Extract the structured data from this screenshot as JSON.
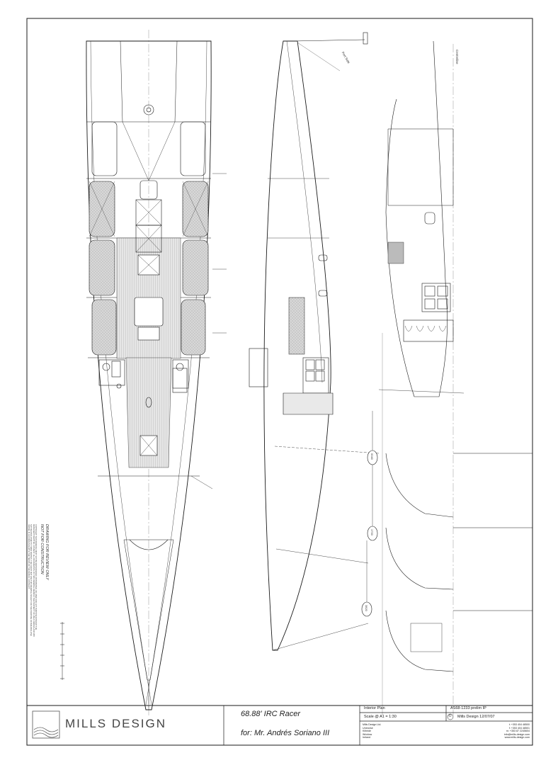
{
  "title_block": {
    "firm": "MILLS DESIGN",
    "project": "68.88' IRC Racer",
    "client": "for: Mr. Andrés Soriano III",
    "sheet_title": "Interior Plan",
    "drawing_no": "AS68-1233 prelim IP",
    "scale": "Scale @ A1 = 1:30",
    "copyright_mark": "©",
    "author_date": "Mills Design   12/07/07",
    "address": [
      "Mills Design Ltd.",
      "Unexcise",
      "Kilbride",
      "Wicklow",
      "Ireland"
    ],
    "contacts": [
      "t: +353 404 48500",
      "f: +353 404 48501",
      "m: +353 87 2245604",
      "info@mills-design.com",
      "www.mills-design.com"
    ]
  },
  "notes": {
    "review": "DRAWING FOR REVIEW ONLY",
    "not_construction": "NOT FOR CONSTRUCTION",
    "copyright": "COPYRIGHT: THIS DRAWING MUST NOT BE REPRODUCED, DISTRIBUTED, OR USED FOR ANY PURPOSE WITHOUT THE DESIGNER'S WRITTEN CONSENT. ALL INFORMATION ON THIS DRAWING REMAINS THE PROPERTY OF MILLS DESIGN AND MAY NOT BE DISCLOSED TO THIRD PARTIES. THE CLIENT MAY USE THIS DRAWING SOLELY FOR THE PURPOSE OF BUILDING ONE VESSEL IN ACCORDANCE WITH THE TERMS OF THE DESIGN CONTRACT."
  },
  "labels": {
    "port_side": "Port Side",
    "centreline": "Centreline"
  },
  "stations": [
    "0040",
    "1700",
    "3820"
  ]
}
